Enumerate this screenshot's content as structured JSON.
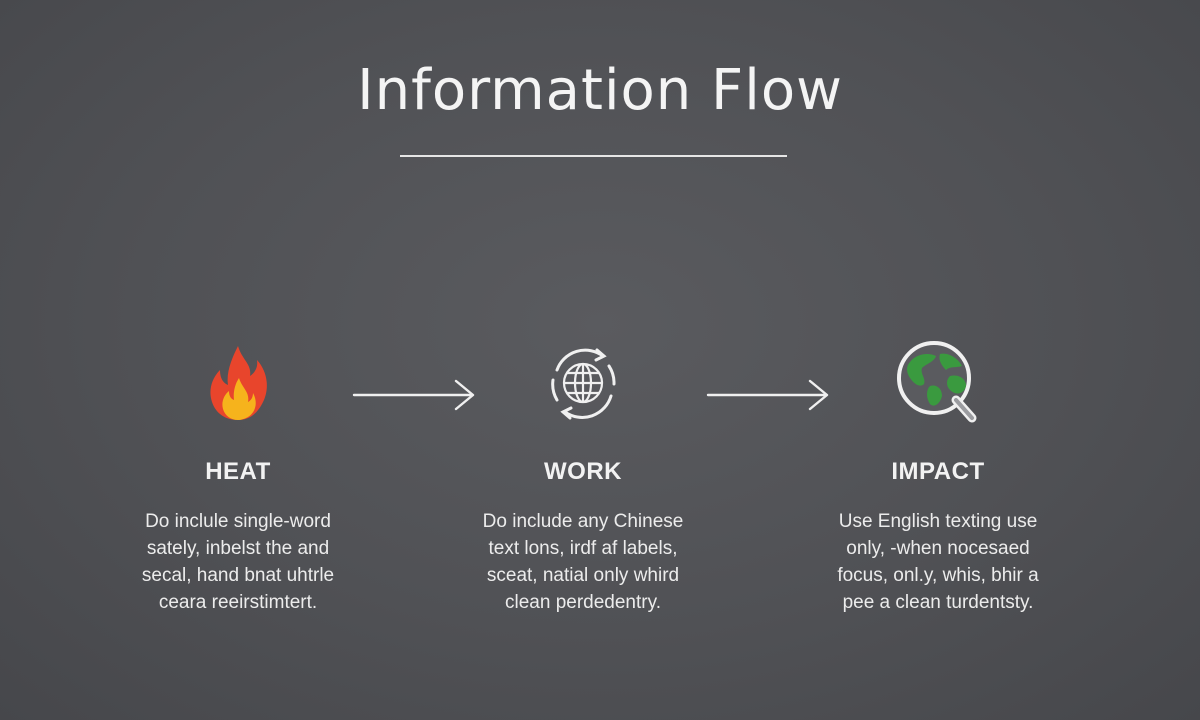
{
  "title": "Information Flow",
  "accent_colors": {
    "background": "#505155",
    "line": "#e6e6e6",
    "flame_outer": "#e8452c",
    "flame_inner": "#f6b31c",
    "land": "#3a9a3f",
    "ocean": "#5a5b5f"
  },
  "steps": [
    {
      "icon": "flame-icon",
      "label": "HEAT",
      "lines": [
        "Do inclule single-word",
        "sately, inbelst the and",
        "secal, hand bnat uhtrle",
        "ceara reeirstimtert."
      ]
    },
    {
      "icon": "globe-cycle-icon",
      "label": "WORK",
      "lines": [
        "Do include any Chinese",
        "text lons, irdf af labels,",
        "sceat, natial only whird",
        "clean perdedentry."
      ]
    },
    {
      "icon": "globe-search-icon",
      "label": "IMPACT",
      "lines": [
        "Use English texting use",
        "only, -when nocesaed",
        "focus, onl.y, whis, bhir a",
        "pee a clean turdentsty."
      ]
    }
  ],
  "connectors": [
    "right-arrow-icon",
    "right-arrow-icon"
  ]
}
